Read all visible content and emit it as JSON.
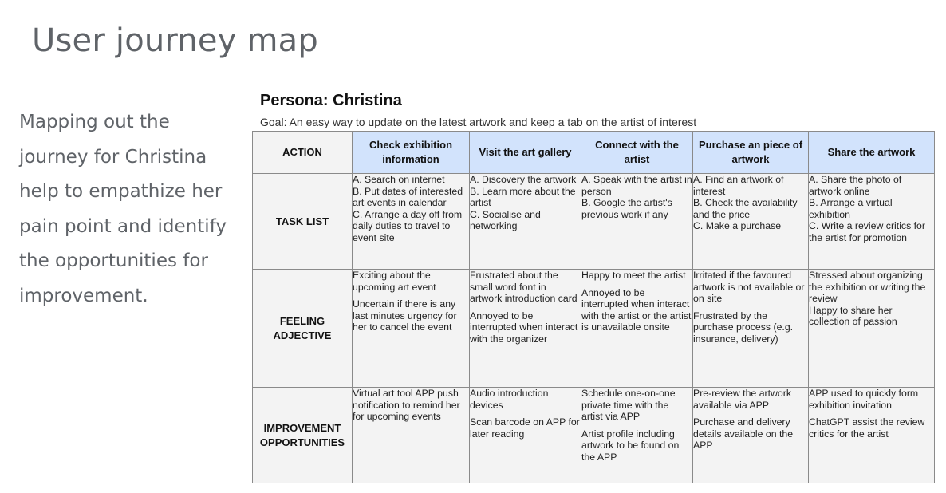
{
  "page": {
    "title": "User journey map",
    "description": "Mapping out the journey for Christina help to empathize her pain point and identify the opportunities for improvement."
  },
  "persona": {
    "name": "Persona: Christina",
    "goal": "Goal: An easy way to update on the latest artwork and keep a tab on the artist of interest"
  },
  "table": {
    "corner_label": "ACTION",
    "stages": [
      "Check exhibition information",
      "Visit the art gallery",
      "Connect with the artist",
      "Purchase an piece of artwork",
      "Share the artwork"
    ],
    "rows": [
      {
        "label": "TASK LIST",
        "cells": [
          [
            "A. Search on internet",
            "B. Put dates of interested art events in calendar",
            "C. Arrange a day off from daily duties to travel to event site"
          ],
          [
            "A. Discovery the artwork",
            "B. Learn more about the artist",
            "C. Socialise and networking"
          ],
          [
            "A. Speak with the artist in person",
            "B. Google the artist's previous work if any"
          ],
          [
            "A. Find an artwork of interest",
            "B. Check the availability and the price",
            "C. Make a purchase"
          ],
          [
            "A. Share the photo of artwork online",
            "B. Arrange a virtual exhibition",
            "C. Write a review critics for the artist for promotion"
          ]
        ]
      },
      {
        "label": "FEELING ADJECTIVE",
        "cells": [
          [
            "Exciting about the upcoming art event",
            "",
            "Uncertain if there is any last minutes urgency for her to cancel the event"
          ],
          [
            "Frustrated about the small word font in artwork introduction card",
            "",
            "Annoyed to be interrupted when interact with the organizer"
          ],
          [
            "Happy to meet the artist",
            "",
            "Annoyed to be interrupted when interact with the artist or the artist is unavailable onsite"
          ],
          [
            "Irritated if the favoured artwork is not available or on site",
            "",
            "Frustrated by the purchase process (e.g. insurance, delivery)"
          ],
          [
            "Stressed about organizing the exhibition or writing the review",
            "Happy to share her collection of passion"
          ]
        ]
      },
      {
        "label": "IMPROVEMENT OPPORTUNITIES",
        "cells": [
          [
            "Virtual art tool APP push notification to remind her for upcoming events"
          ],
          [
            "Audio introduction devices",
            "",
            "Scan barcode on APP for later reading"
          ],
          [
            "Schedule one-on-one private time with the artist via APP",
            "",
            "Artist profile including artwork to be found on the APP"
          ],
          [
            "Pre-review the artwork available via APP",
            "",
            "Purchase and delivery details available on the APP"
          ],
          [
            "APP used to quickly form exhibition invitation",
            "",
            "ChatGPT assist the review critics for the artist"
          ]
        ]
      }
    ]
  }
}
